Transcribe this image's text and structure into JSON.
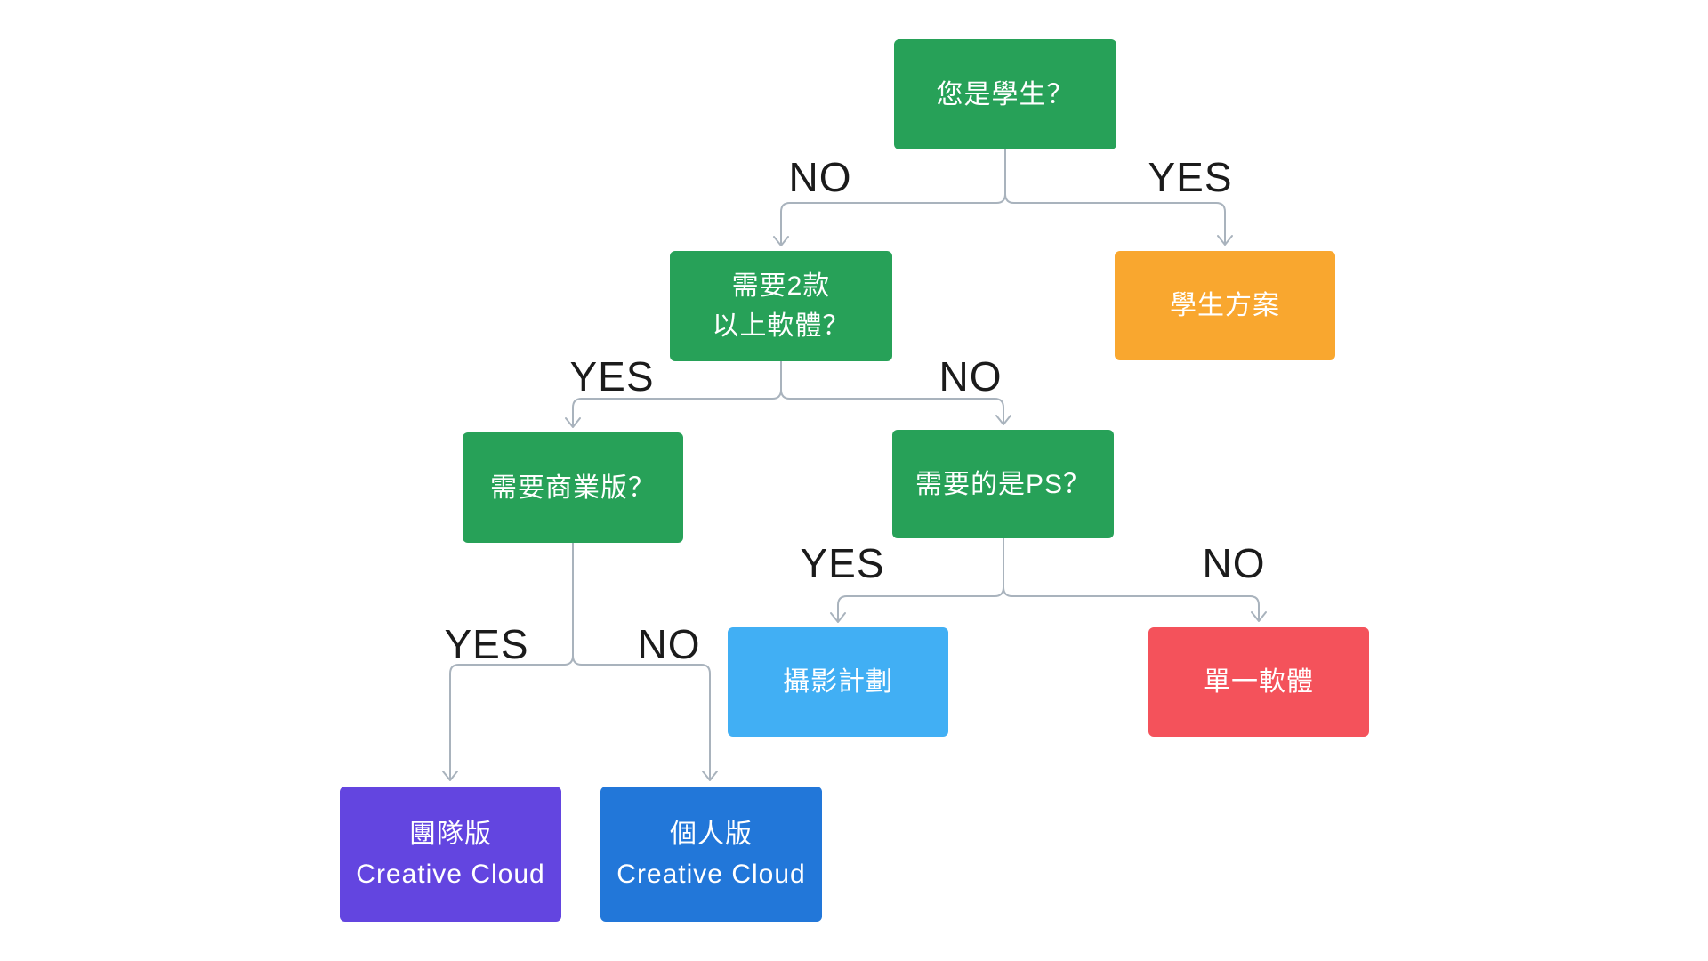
{
  "diagram": {
    "background_color": "#ffffff",
    "connector_color": "#a9b3bd",
    "edge_label_color": "#1b1b1b",
    "node_text_color": "#ffffff",
    "nodes": [
      {
        "id": "are-you-a-student",
        "lines": [
          "您是學生？"
        ],
        "color": "#27a158"
      },
      {
        "id": "need-2-or-more-apps",
        "lines": [
          "需要2款",
          "以上軟體？"
        ],
        "color": "#27a158"
      },
      {
        "id": "student-plan",
        "lines": [
          "學生方案"
        ],
        "color": "#f9a72f"
      },
      {
        "id": "need-business-edition",
        "lines": [
          "需要商業版？"
        ],
        "color": "#27a158"
      },
      {
        "id": "need-ps",
        "lines": [
          "需要的是PS？"
        ],
        "color": "#27a158"
      },
      {
        "id": "photography-plan",
        "lines": [
          "攝影計劃"
        ],
        "color": "#41aff4"
      },
      {
        "id": "single-app",
        "lines": [
          "單一軟體"
        ],
        "color": "#f4525b"
      },
      {
        "id": "teams-creative-cloud",
        "lines": [
          "團隊版",
          "Creative Cloud"
        ],
        "color": "#6345e0"
      },
      {
        "id": "individual-creative-cloud",
        "lines": [
          "個人版",
          "Creative Cloud"
        ],
        "color": "#2277d9"
      }
    ],
    "edges": [
      {
        "from": "您是學生？",
        "to": "需要2款以上軟體？",
        "label": "NO"
      },
      {
        "from": "您是學生？",
        "to": "學生方案",
        "label": "YES"
      },
      {
        "from": "需要2款以上軟體？",
        "to": "需要商業版？",
        "label": "YES"
      },
      {
        "from": "需要2款以上軟體？",
        "to": "需要的是PS？",
        "label": "NO"
      },
      {
        "from": "需要商業版？",
        "to": "團隊版 Creative Cloud",
        "label": "YES"
      },
      {
        "from": "需要商業版？",
        "to": "個人版 Creative Cloud",
        "label": "NO"
      },
      {
        "from": "需要的是PS？",
        "to": "攝影計劃",
        "label": "YES"
      },
      {
        "from": "需要的是PS？",
        "to": "單一軟體",
        "label": "NO"
      }
    ]
  }
}
